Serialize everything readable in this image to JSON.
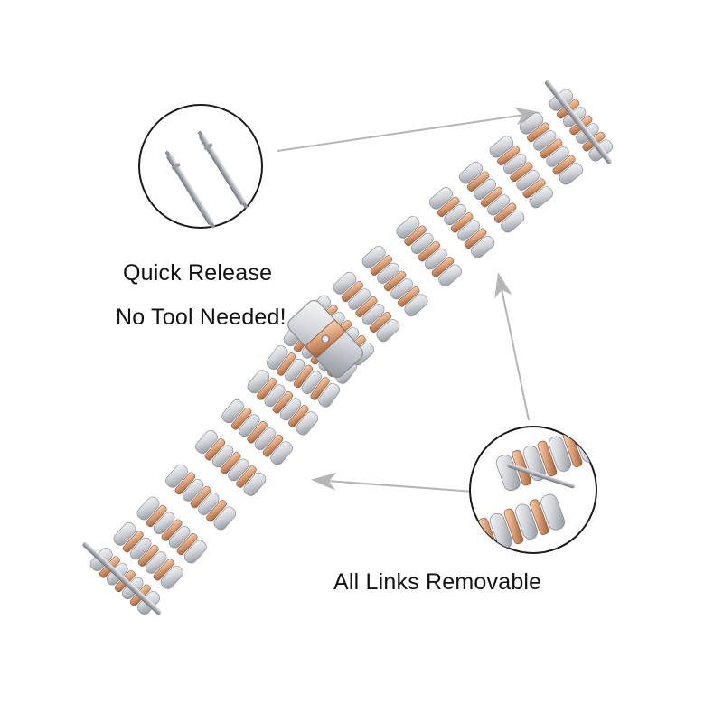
{
  "labels": {
    "quick_release": "Quick Release",
    "no_tool": "No Tool Needed!",
    "links_removable": "All Links Removable"
  },
  "colors": {
    "silver_light": "#eef0f2",
    "silver_mid": "#c9ccd1",
    "silver_dark": "#8e939b",
    "rose_gold_light": "#f6c9a6",
    "rose_gold_mid": "#d99a6f",
    "rose_gold_dark": "#9c5f3b",
    "arrow_gray": "#b5b5b5",
    "circle_stroke": "#1a1a1a"
  },
  "icons": {
    "spring_bar_pins": "spring-bar-icon",
    "band": "watch-band-image",
    "link_detail": "link-detail-image"
  }
}
